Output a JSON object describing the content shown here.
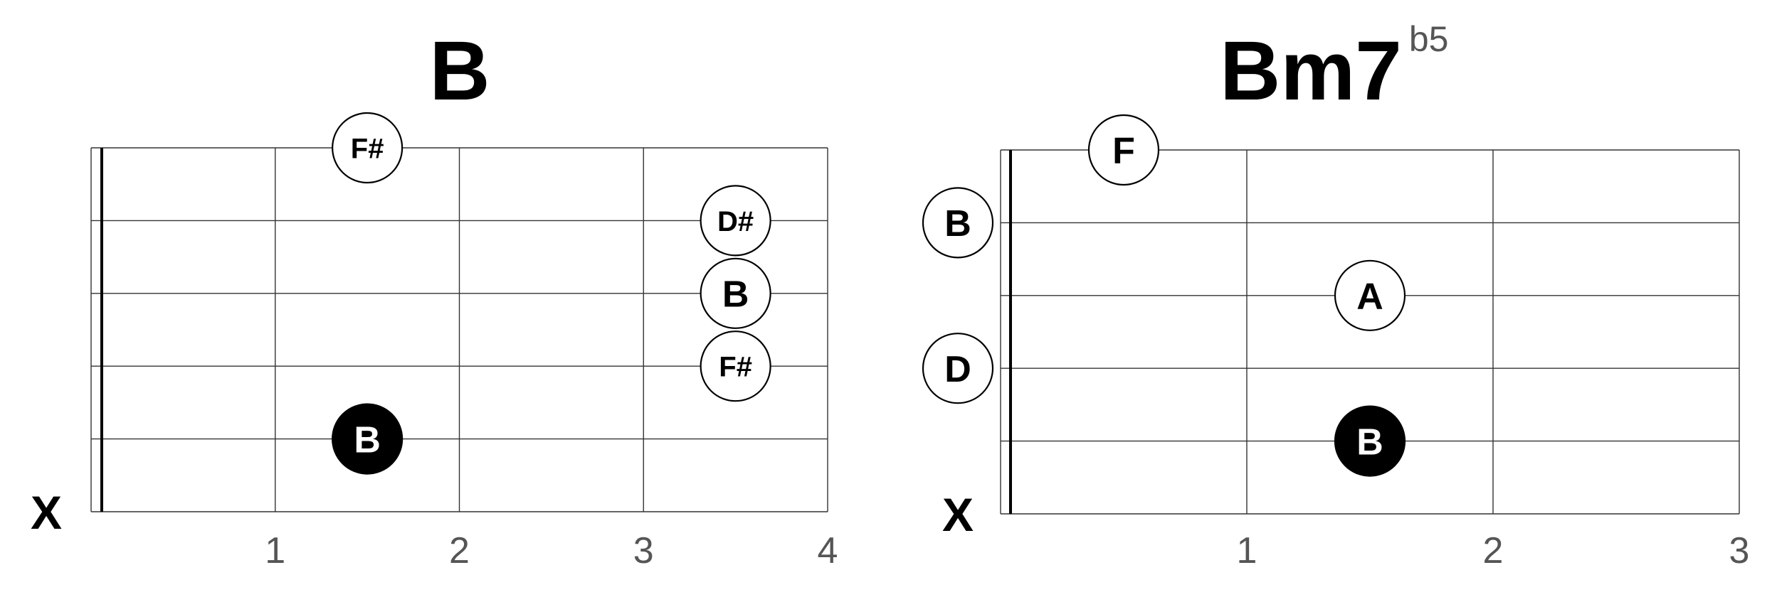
{
  "chart_data": [
    {
      "type": "chord-diagram",
      "title": "B",
      "superscript": "",
      "frets": 4,
      "strings": 6,
      "fret_numbers": [
        "1",
        "2",
        "3",
        "4"
      ],
      "muted": [
        {
          "string": 6,
          "label": "X"
        }
      ],
      "notes": [
        {
          "string": 1,
          "fret": 2,
          "label": "F#",
          "filled": false,
          "on_line": true
        },
        {
          "string": 2,
          "fret": 4,
          "label": "D#",
          "filled": false
        },
        {
          "string": 3,
          "fret": 4,
          "label": "B",
          "filled": false
        },
        {
          "string": 4,
          "fret": 4,
          "label": "F#",
          "filled": false
        },
        {
          "string": 5,
          "fret": 2,
          "label": "B",
          "filled": true
        }
      ]
    },
    {
      "type": "chord-diagram",
      "title": "Bm7",
      "superscript": "b5",
      "frets": 3,
      "strings": 6,
      "fret_numbers": [
        "1",
        "2",
        "3"
      ],
      "muted": [
        {
          "string": 6,
          "label": "X"
        }
      ],
      "notes": [
        {
          "string": 1,
          "fret": 1,
          "label": "F",
          "filled": false,
          "on_line": true
        },
        {
          "string": 2,
          "fret": 0,
          "label": "B",
          "filled": false
        },
        {
          "string": 3,
          "fret": 2,
          "label": "A",
          "filled": false
        },
        {
          "string": 4,
          "fret": 0,
          "label": "D",
          "filled": false
        },
        {
          "string": 5,
          "fret": 2,
          "label": "B",
          "filled": true
        }
      ]
    }
  ]
}
